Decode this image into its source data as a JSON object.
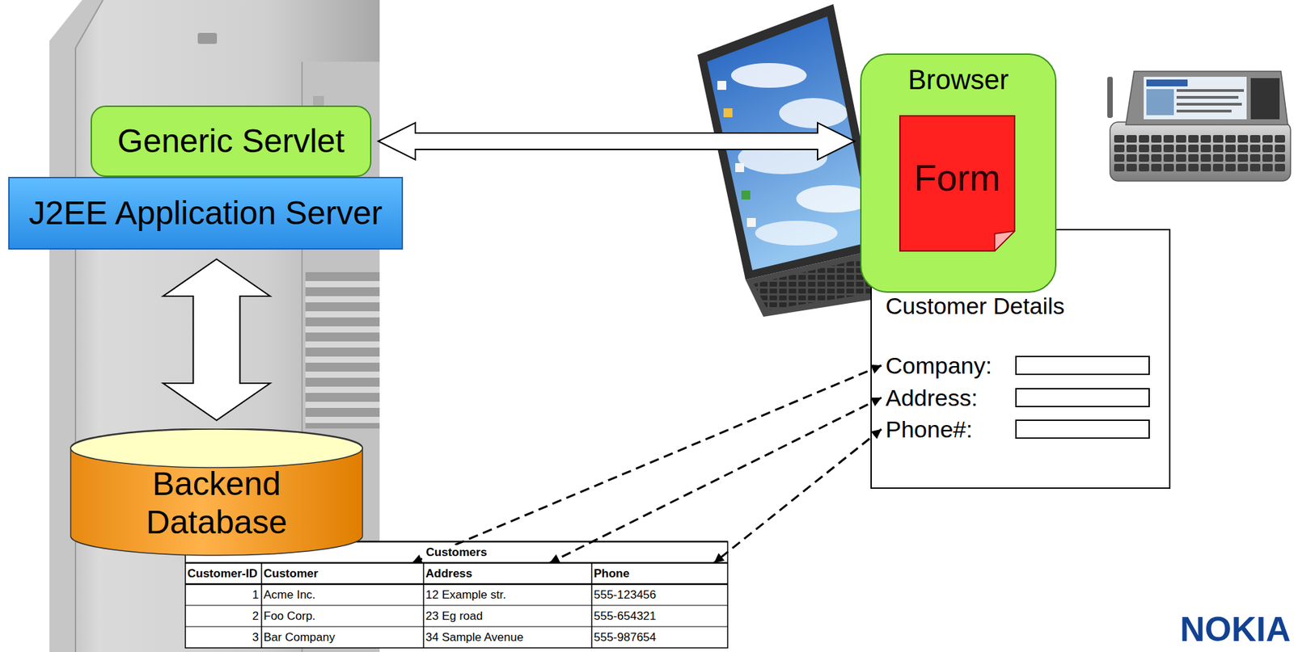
{
  "diagram": {
    "nodes": [
      {
        "text": [
          "Generic Servlet"
        ]
      },
      {
        "text": [
          "J2EE Application Server"
        ]
      },
      {
        "text": [
          "Backend Database"
        ]
      },
      {
        "text": [
          "Browser"
        ]
      },
      {
        "text": [
          "Form"
        ],
        "in": 3
      },
      {
        "text": [
          "Customer Details"
        ]
      },
      {
        "text": [
          "Company:"
        ],
        "in": 5
      },
      {
        "text": [
          "Address:"
        ],
        "in": 5
      },
      {
        "text": [
          "Phone#:"
        ],
        "in": 5
      },
      {
        "text": [
          "Customers"
        ]
      },
      {
        "text": [
          "Customer-ID"
        ],
        "in": 9
      },
      {
        "text": [
          "Customer"
        ],
        "in": 9
      },
      {
        "text": [
          "Address"
        ],
        "in": 9
      },
      {
        "text": [
          "Phone"
        ],
        "in": 9
      }
    ],
    "edges": [
      {
        "from": 0,
        "to": 3,
        "arrow": "both"
      },
      {
        "from": 1,
        "to": 2,
        "arrow": "both"
      },
      {
        "from": 6,
        "to": 11,
        "arrow": "both"
      },
      {
        "from": 7,
        "to": 12,
        "arrow": "both"
      },
      {
        "from": 8,
        "to": 13,
        "arrow": "both"
      }
    ],
    "labels": [
      "1",
      "Acme Inc.",
      "12 Example str.",
      "555-123456",
      "2",
      "Foo Corp.",
      "23 Eg road",
      "555-654321",
      "3",
      "Bar Company",
      "34 Sample Avenue",
      "555-987654",
      "NOKIA"
    ]
  }
}
